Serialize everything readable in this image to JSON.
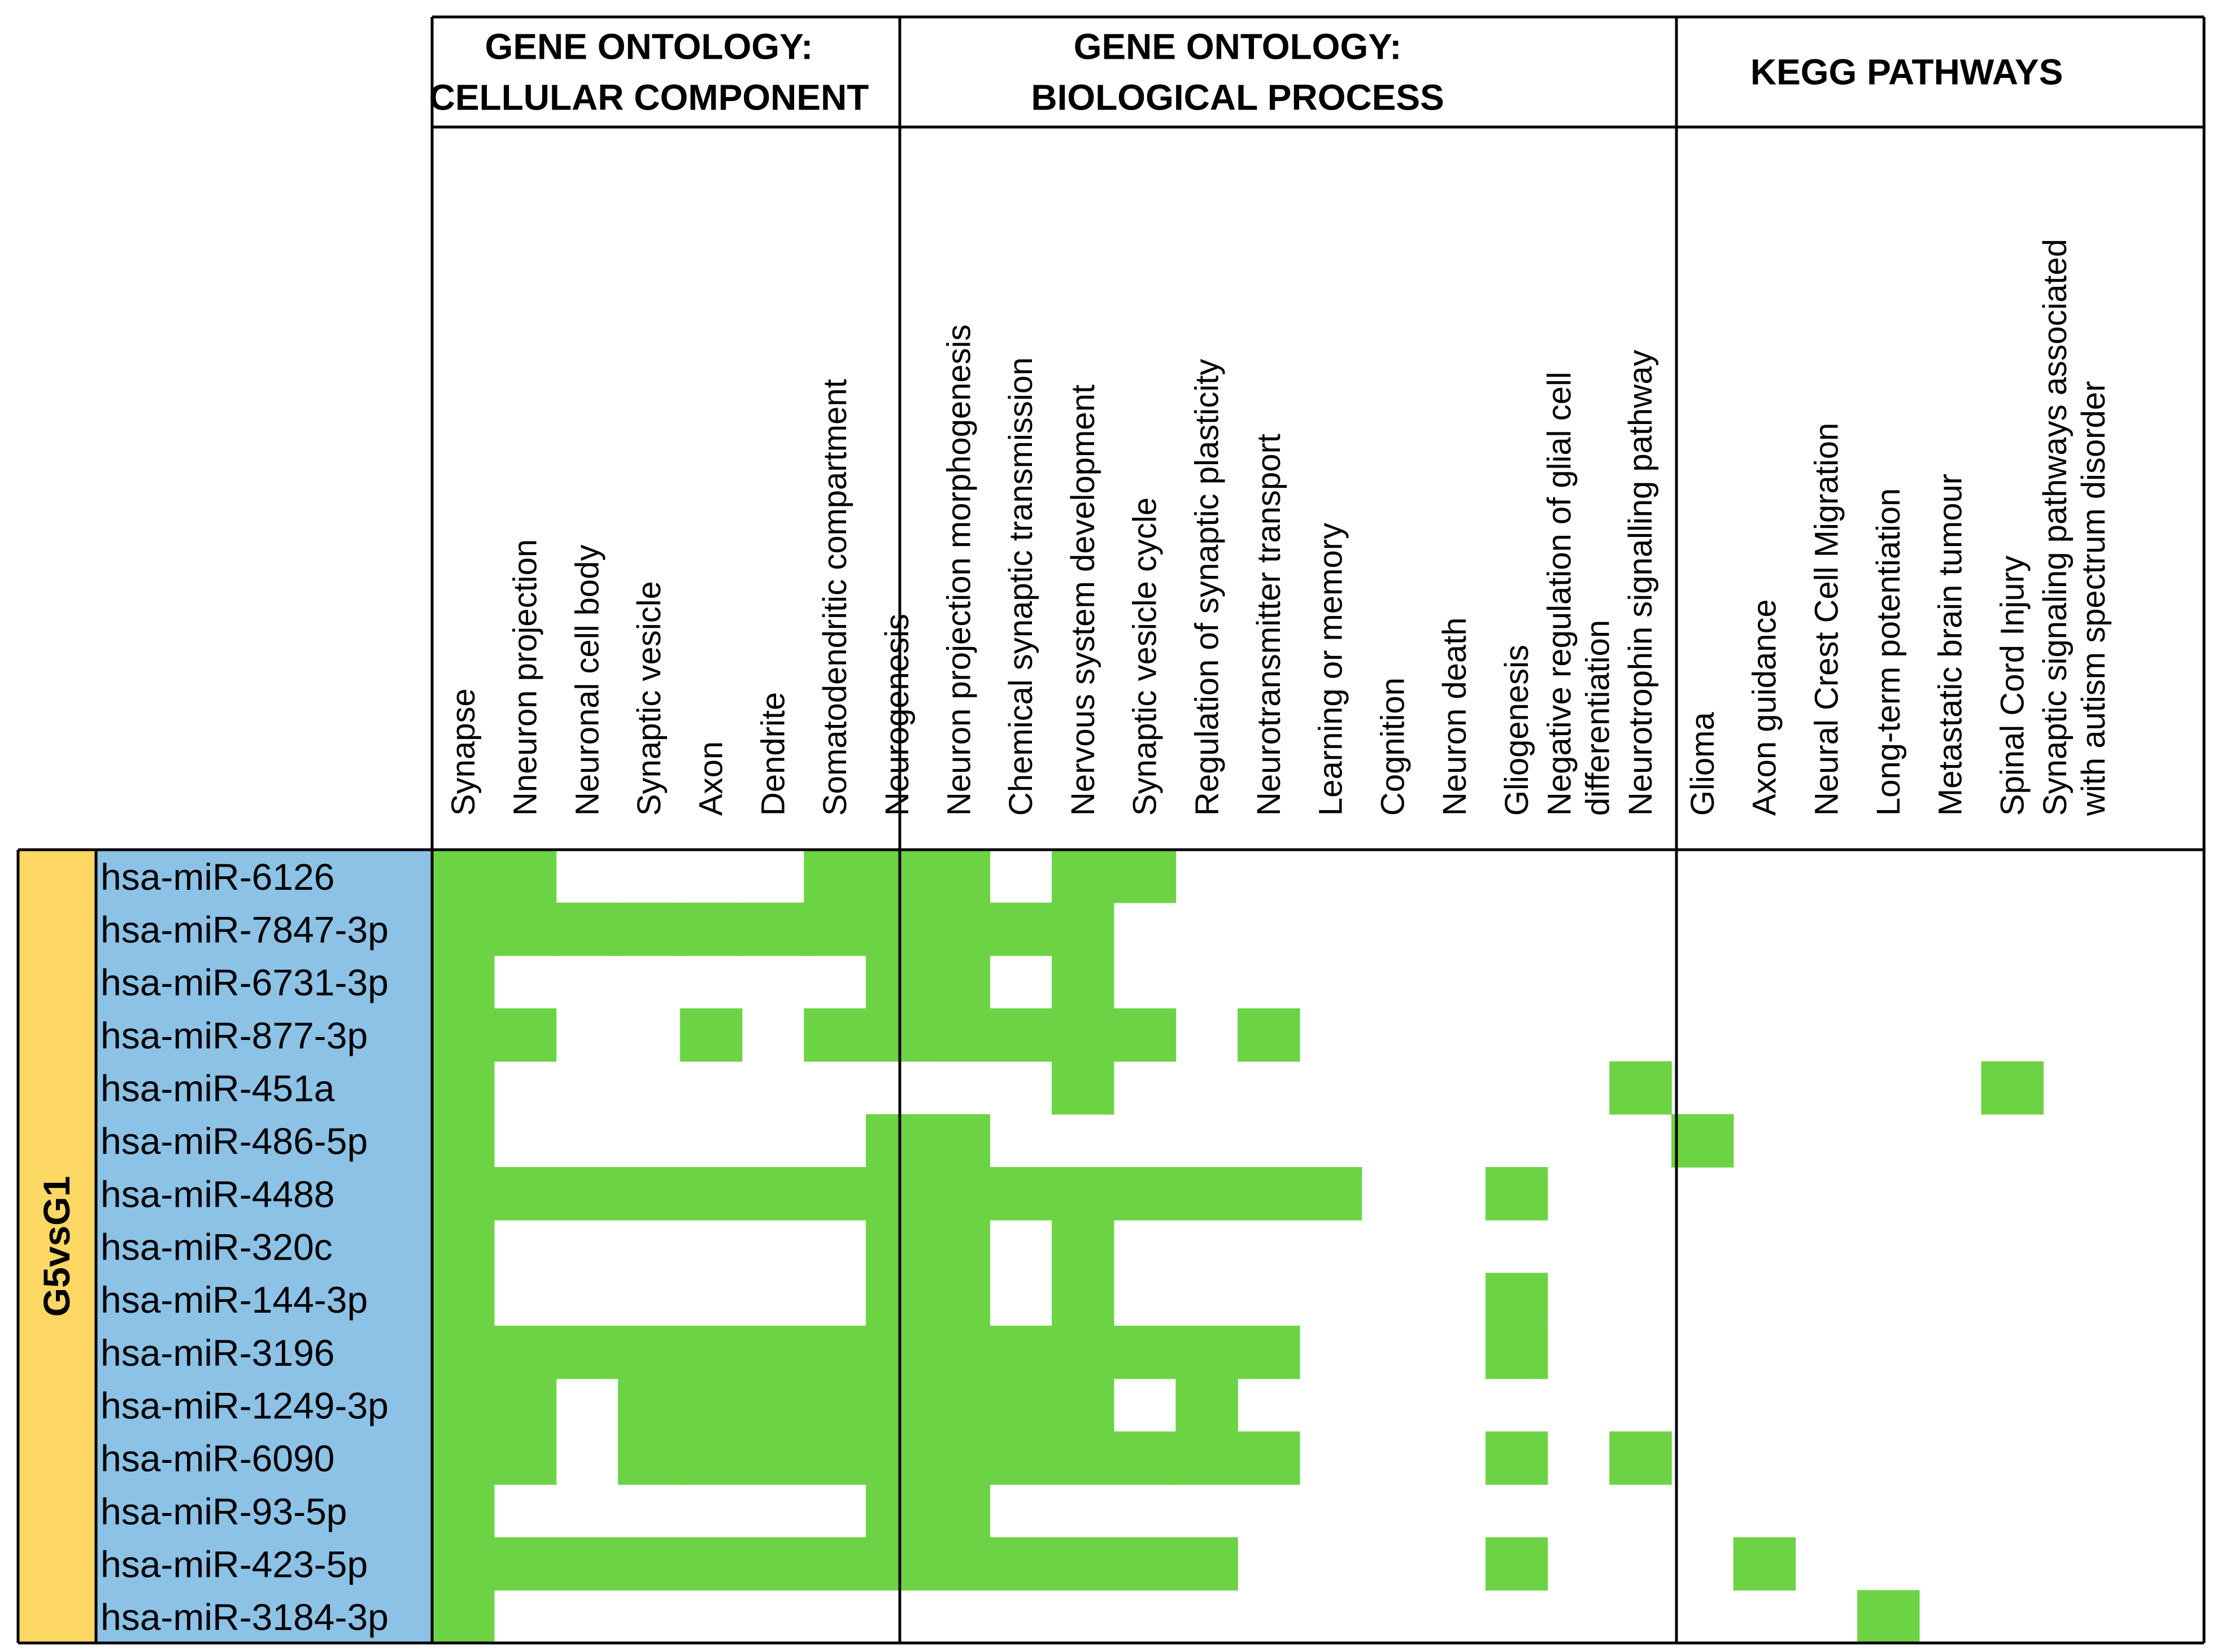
{
  "chart_data": {
    "type": "heatmap",
    "colors": {
      "present": "#6cd444",
      "absent": "#ffffff",
      "row_header_bg": "#8cc2e6",
      "side_label_bg": "#fcd764"
    },
    "side_label": "G5vsG1",
    "groups": [
      {
        "title_lines": [
          "GENE ONTOLOGY:",
          "CELLULAR COMPONENT"
        ],
        "start": 0,
        "count": 7
      },
      {
        "title_lines": [
          "GENE ONTOLOGY:",
          "BIOLOGICAL PROCESS"
        ],
        "start": 7,
        "count": 12
      },
      {
        "title_lines": [
          "KEGG PATHWAYS"
        ],
        "start": 19,
        "count": 8
      }
    ],
    "columns": [
      [
        "Synapse"
      ],
      [
        "Nneuron projection"
      ],
      [
        "Neuronal cell body"
      ],
      [
        "Synaptic vesicle"
      ],
      [
        "Axon"
      ],
      [
        "Dendrite"
      ],
      [
        "Somatodendritic compartment"
      ],
      [
        "Neurogenesis"
      ],
      [
        "Neuron projection morphogenesis"
      ],
      [
        "Chemical synaptic transmission"
      ],
      [
        "Nervous system development"
      ],
      [
        "Synaptic vesicle cycle"
      ],
      [
        "Regulation of synaptic plasticity"
      ],
      [
        "Neurotransmitter transport"
      ],
      [
        "Learning or memory"
      ],
      [
        "Cognition"
      ],
      [
        "Neuron death"
      ],
      [
        "Gliogenesis"
      ],
      [
        "Negative regulation of glial cell",
        "differentiation"
      ],
      [
        "Neurotrophin signalling pathway"
      ],
      [
        "Glioma"
      ],
      [
        "Axon guidance"
      ],
      [
        "Neural Crest Cell Migration"
      ],
      [
        "Long-term potentiation"
      ],
      [
        "Metastatic brain tumour"
      ],
      [
        "Spinal Cord Injury"
      ],
      [
        "Synaptic signaling pathways associated",
        "with autism spectrum disorder"
      ]
    ],
    "rows": [
      "hsa-miR-6126",
      "hsa-miR-7847-3p",
      "hsa-miR-6731-3p",
      "hsa-miR-877-3p",
      "hsa-miR-451a",
      "hsa-miR-486-5p",
      "hsa-miR-4488",
      "hsa-miR-320c",
      "hsa-miR-144-3p",
      "hsa-miR-3196",
      "hsa-miR-1249-3p",
      "hsa-miR-6090",
      "hsa-miR-93-5p",
      "hsa-miR-423-5p",
      "hsa-miR-3184-3p"
    ],
    "matrix": [
      [
        1,
        1,
        0,
        0,
        0,
        0,
        1,
        1,
        1,
        0,
        1,
        1,
        0,
        0,
        0,
        0,
        0,
        0,
        0,
        0,
        0,
        0,
        0,
        0,
        0,
        0,
        0
      ],
      [
        1,
        1,
        1,
        1,
        1,
        1,
        1,
        1,
        1,
        1,
        1,
        0,
        0,
        0,
        0,
        0,
        0,
        0,
        0,
        0,
        0,
        0,
        0,
        0,
        0,
        0,
        0
      ],
      [
        1,
        0,
        0,
        0,
        0,
        0,
        0,
        1,
        1,
        0,
        1,
        0,
        0,
        0,
        0,
        0,
        0,
        0,
        0,
        0,
        0,
        0,
        0,
        0,
        0,
        0,
        0
      ],
      [
        1,
        1,
        0,
        0,
        1,
        0,
        1,
        1,
        1,
        1,
        1,
        1,
        0,
        1,
        0,
        0,
        0,
        0,
        0,
        0,
        0,
        0,
        0,
        0,
        0,
        0,
        0
      ],
      [
        1,
        0,
        0,
        0,
        0,
        0,
        0,
        0,
        0,
        0,
        1,
        0,
        0,
        0,
        0,
        0,
        0,
        0,
        0,
        1,
        0,
        0,
        0,
        0,
        0,
        1,
        0
      ],
      [
        1,
        0,
        0,
        0,
        0,
        0,
        0,
        1,
        1,
        0,
        0,
        0,
        0,
        0,
        0,
        0,
        0,
        0,
        0,
        0,
        1,
        0,
        0,
        0,
        0,
        0,
        0
      ],
      [
        1,
        1,
        1,
        1,
        1,
        1,
        1,
        1,
        1,
        1,
        1,
        1,
        1,
        1,
        1,
        0,
        0,
        1,
        0,
        0,
        0,
        0,
        0,
        0,
        0,
        0,
        0
      ],
      [
        1,
        0,
        0,
        0,
        0,
        0,
        0,
        1,
        1,
        0,
        1,
        0,
        0,
        0,
        0,
        0,
        0,
        0,
        0,
        0,
        0,
        0,
        0,
        0,
        0,
        0,
        0
      ],
      [
        1,
        0,
        0,
        0,
        0,
        0,
        0,
        1,
        1,
        0,
        1,
        0,
        0,
        0,
        0,
        0,
        0,
        1,
        0,
        0,
        0,
        0,
        0,
        0,
        0,
        0,
        0
      ],
      [
        1,
        1,
        1,
        1,
        1,
        1,
        1,
        1,
        1,
        1,
        1,
        1,
        1,
        1,
        0,
        0,
        0,
        1,
        0,
        0,
        0,
        0,
        0,
        0,
        0,
        0,
        0
      ],
      [
        1,
        1,
        0,
        1,
        1,
        1,
        1,
        1,
        1,
        1,
        1,
        0,
        1,
        0,
        0,
        0,
        0,
        0,
        0,
        0,
        0,
        0,
        0,
        0,
        0,
        0,
        0
      ],
      [
        1,
        1,
        0,
        1,
        1,
        1,
        1,
        1,
        1,
        1,
        1,
        1,
        1,
        1,
        0,
        0,
        0,
        1,
        0,
        1,
        0,
        0,
        0,
        0,
        0,
        0,
        0
      ],
      [
        1,
        0,
        0,
        0,
        0,
        0,
        0,
        1,
        1,
        0,
        0,
        0,
        0,
        0,
        0,
        0,
        0,
        0,
        0,
        0,
        0,
        0,
        0,
        0,
        0,
        0,
        0
      ],
      [
        1,
        1,
        1,
        1,
        1,
        1,
        1,
        1,
        1,
        1,
        1,
        1,
        1,
        0,
        0,
        0,
        0,
        1,
        0,
        0,
        0,
        1,
        0,
        0,
        0,
        0,
        0
      ],
      [
        1,
        0,
        0,
        0,
        0,
        0,
        0,
        0,
        0,
        0,
        0,
        0,
        0,
        0,
        0,
        0,
        0,
        0,
        0,
        0,
        0,
        0,
        0,
        1,
        0,
        0,
        0
      ]
    ]
  }
}
